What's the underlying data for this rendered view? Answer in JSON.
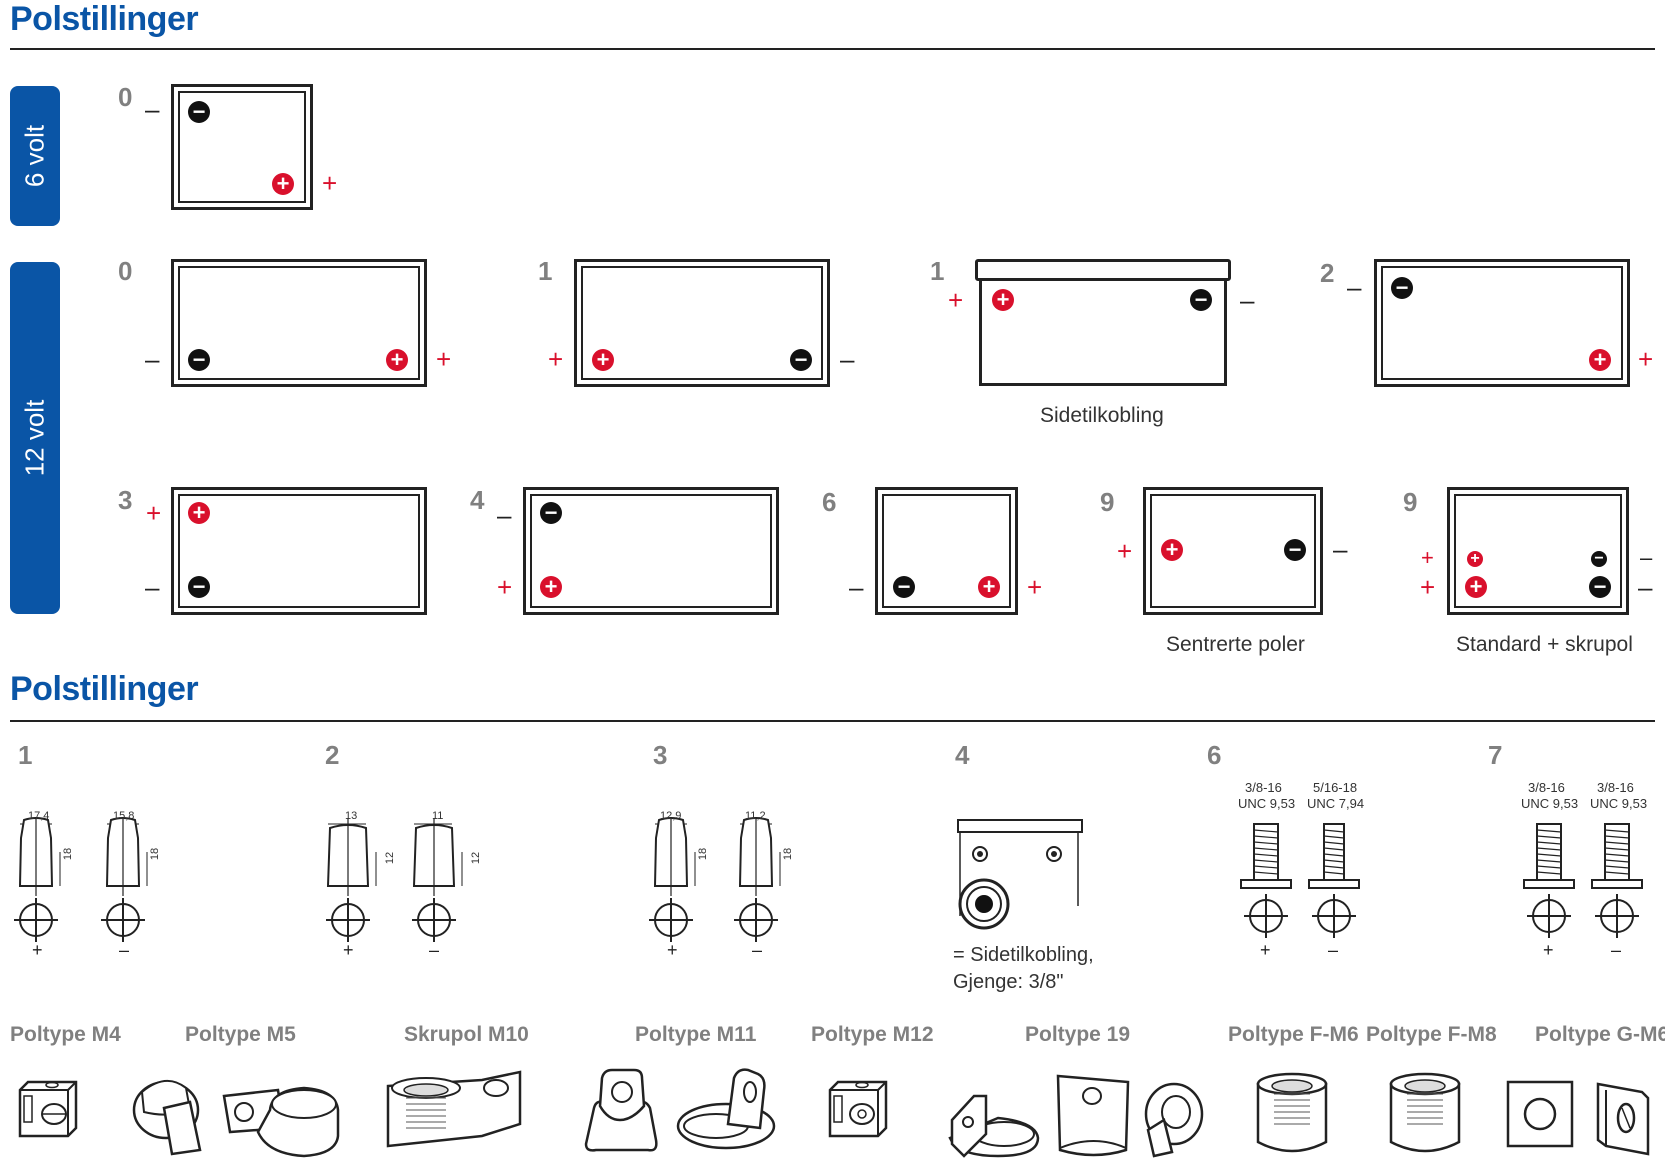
{
  "sections": {
    "title_top": "Polstillinger",
    "title_bottom": "Polstillinger"
  },
  "voltage_labels": {
    "v6": "6 volt",
    "v12": "12 volt"
  },
  "symbols": {
    "plus": "+",
    "minus": "–"
  },
  "layouts_6v": [
    {
      "number": "0"
    }
  ],
  "layouts_12v": [
    {
      "number": "0"
    },
    {
      "number": "1"
    },
    {
      "number": "1",
      "caption": "Sidetilkobling"
    },
    {
      "number": "2"
    },
    {
      "number": "3"
    },
    {
      "number": "4"
    },
    {
      "number": "6"
    },
    {
      "number": "9",
      "caption": "Sentrerte poler"
    },
    {
      "number": "9",
      "caption": "Standard + skrupol"
    }
  ],
  "pole_groups": [
    {
      "number": "1",
      "dims": [
        "17,4",
        "15,8"
      ],
      "height": "18"
    },
    {
      "number": "2",
      "dims": [
        "13",
        "11"
      ],
      "height": "12"
    },
    {
      "number": "3",
      "dims": [
        "12,9",
        "11,2"
      ],
      "height": "18"
    },
    {
      "number": "4",
      "note_line1": "= Sidetilkobling,",
      "note_line2": "Gjenge: 3/8\""
    },
    {
      "number": "6",
      "threads": [
        [
          "3/8-16",
          "UNC 9,53"
        ],
        [
          "5/16-18",
          "UNC 7,94"
        ]
      ]
    },
    {
      "number": "7",
      "threads": [
        [
          "3/8-16",
          "UNC 9,53"
        ],
        [
          "3/8-16",
          "UNC 9,53"
        ]
      ]
    }
  ],
  "pole_types": [
    "Poltype M4",
    "Poltype M5",
    "Skrupol M10",
    "Poltype M11",
    "Poltype M12",
    "Poltype 19",
    "Poltype F-M6",
    "Poltype F-M8",
    "Poltype G-M6"
  ],
  "colors": {
    "brand_blue": "#0a55a6",
    "positive_red": "#d9102c",
    "negative_black": "#111111",
    "label_grey": "#808080"
  }
}
